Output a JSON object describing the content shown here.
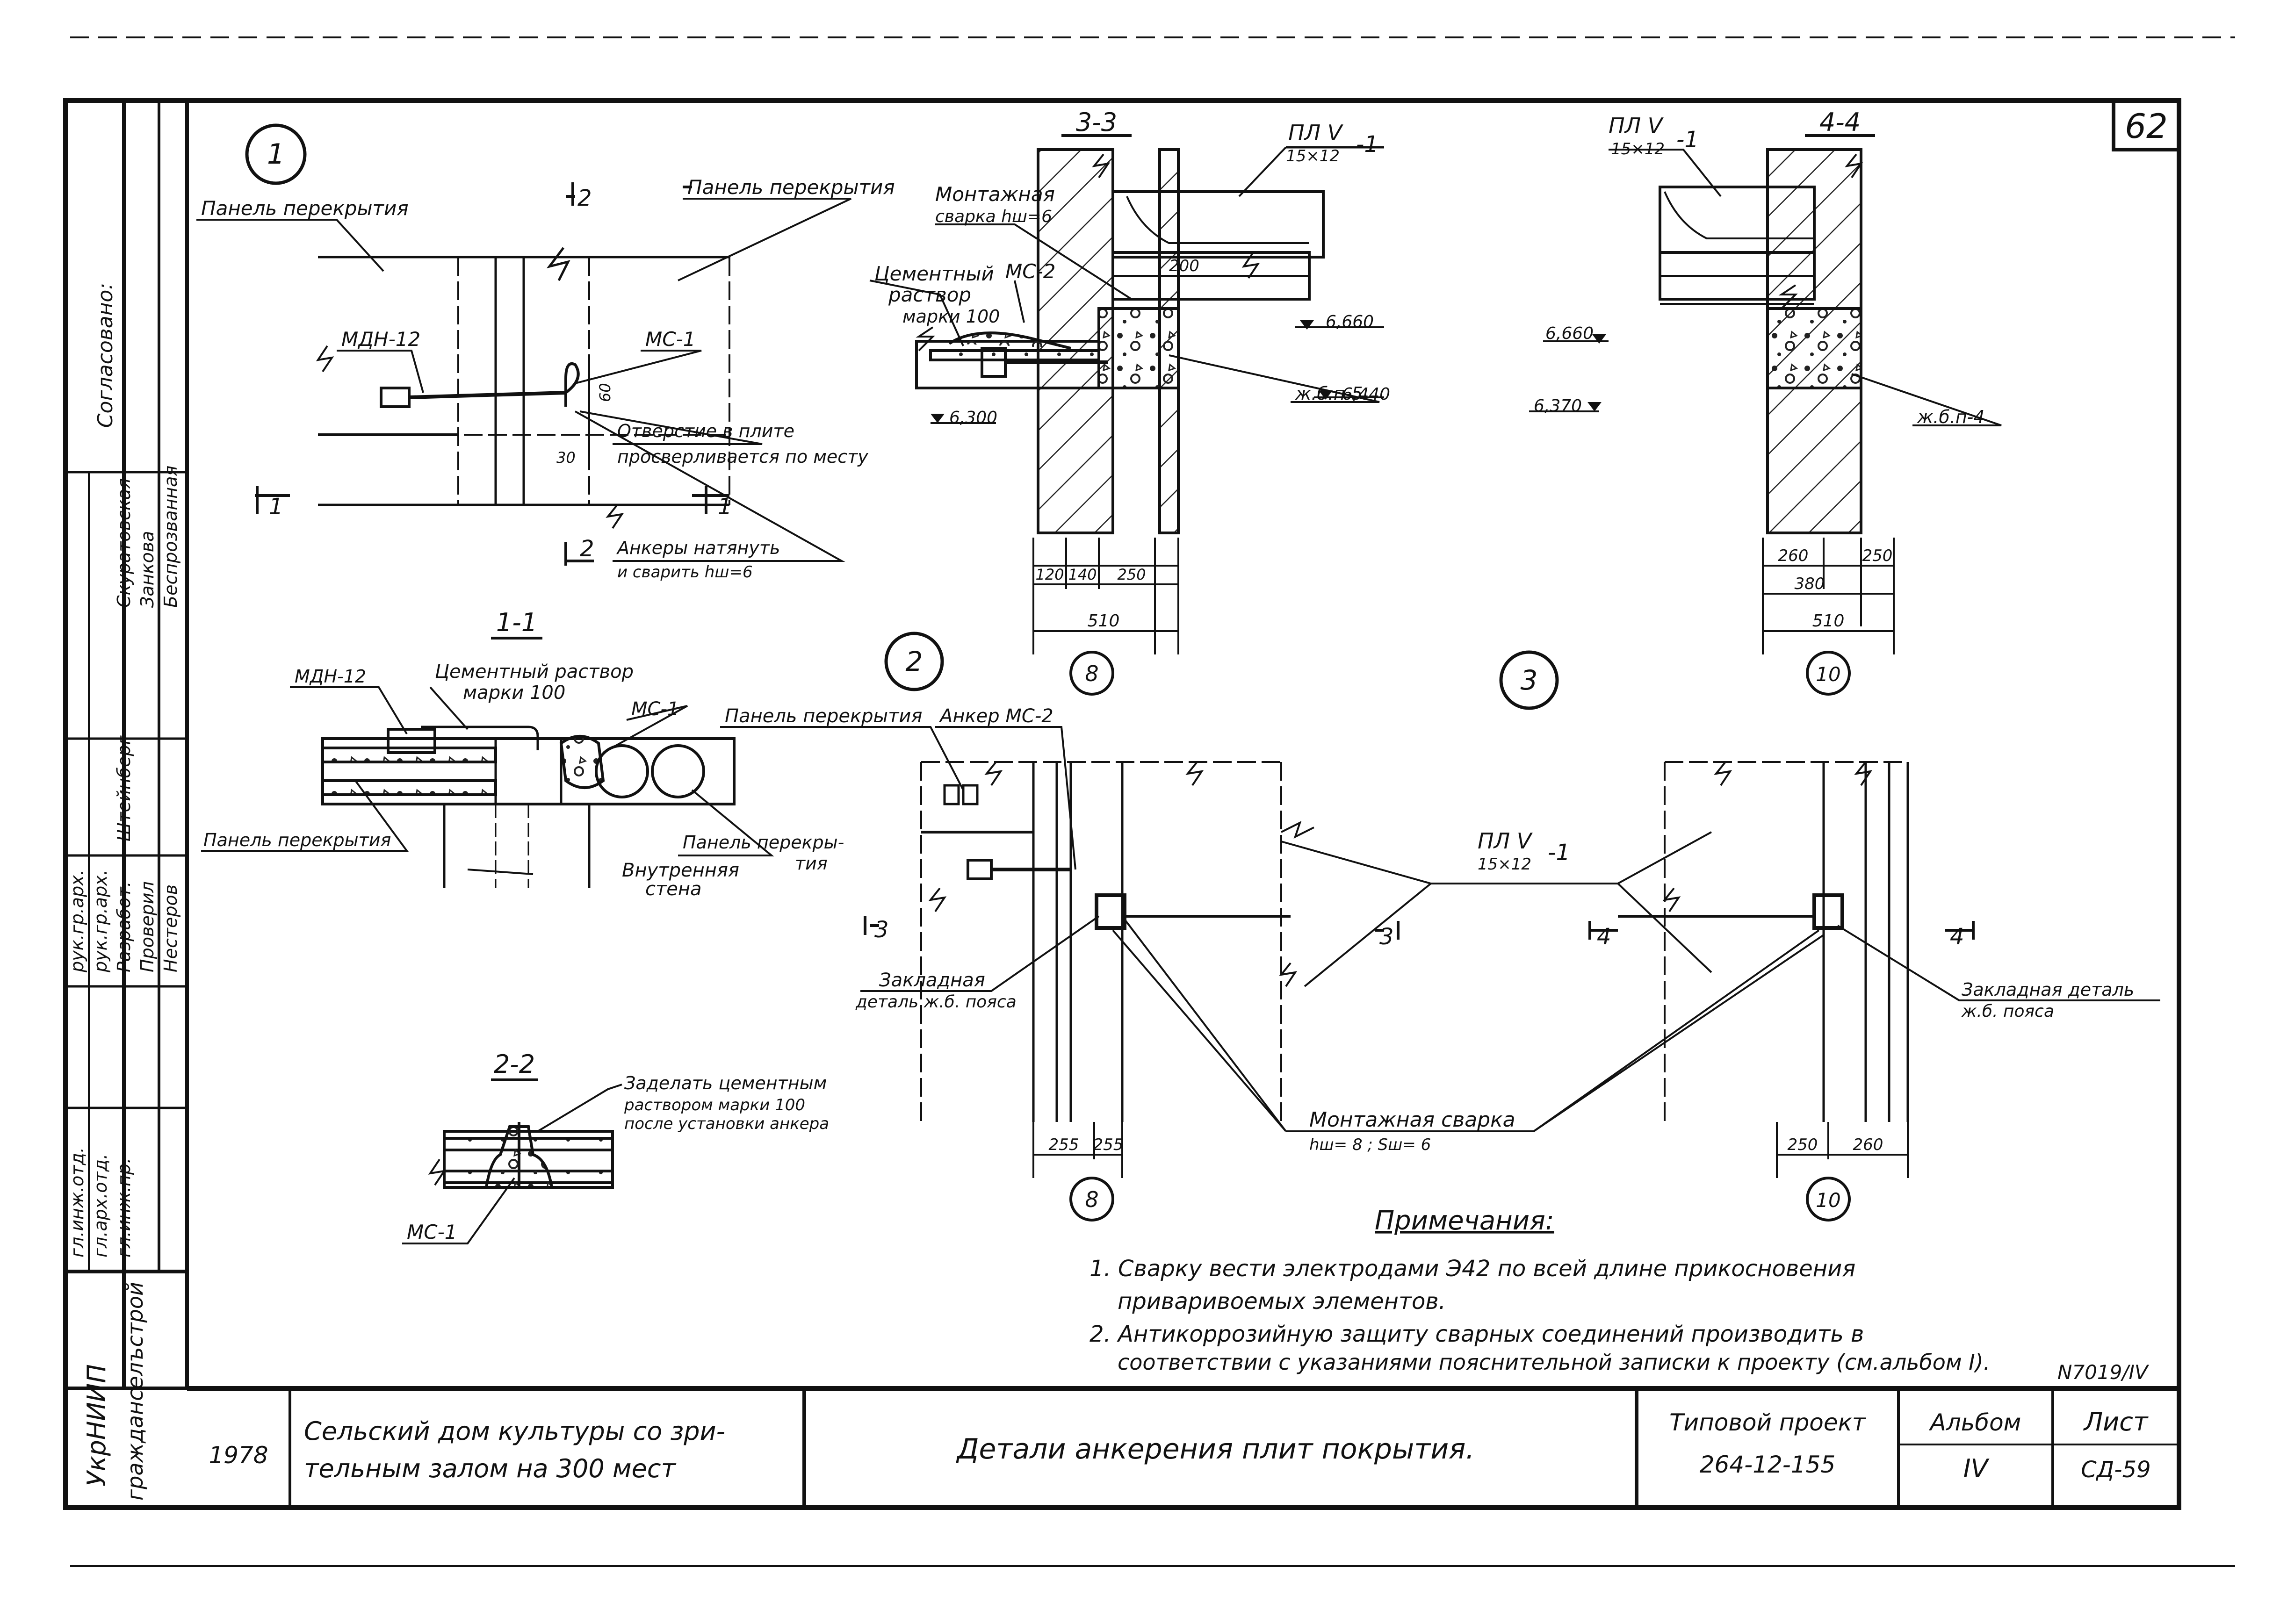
{
  "sheet": {
    "sheet_no": "62",
    "year": "1978",
    "object_title": [
      "Сельский дом культуры со зри-",
      "тельным залом на 300 мест"
    ],
    "drawing_title": "Детали анкерения плит покрытия.",
    "project_label": "Типовой проект",
    "project_no": "264-12-155",
    "album_label": "Альбом",
    "album_no": "IV",
    "list_label": "Лист",
    "list_no": "СД-59",
    "archive_no": "N7019/IV",
    "org": [
      "УкрНИИП",
      "гражданселъстрой"
    ]
  },
  "stamp": {
    "roles": [
      "гл.инж.отд.",
      "гл.арх.отд.",
      "гл.инж.пр.",
      "рук.гр.арх.",
      "рук.гр.арх.",
      "Разработ.",
      "Проверил"
    ],
    "names": [
      "Штейнберг",
      "Скуратовская",
      "Занкова",
      "Беспрозванная",
      "Нестеров"
    ],
    "top_label": "Согласовано:"
  },
  "markers": {
    "node1": "1",
    "node2": "2",
    "node3": "3",
    "axis8a": "8",
    "axis10a": "10",
    "axis8b": "8",
    "axis10b": "10"
  },
  "node1": {
    "label_panel_left": "Панель перекрытия",
    "label_panel_right": "Панель перекрытия",
    "mdn": "МДН-12",
    "mc1": "МС-1",
    "hole": [
      "Отверстие в плите",
      "просверливается по месту"
    ],
    "anchors": [
      "Анкеры натянуть",
      "и сварить hш=6"
    ],
    "dim_a": "60",
    "dim_b": "30",
    "cut1": "1",
    "cut2": "2"
  },
  "section11": {
    "title": "1-1",
    "mdn": "МДН-12",
    "mortar": [
      "Цементный раствор",
      "марки 100"
    ],
    "mc1": "МС-1",
    "panel_left": "Панель перекрытия",
    "panel_right": [
      "Панель перекры-",
      "тия"
    ],
    "wall": [
      "Внутренняя",
      "стена"
    ]
  },
  "section22": {
    "title": "2-2",
    "note": [
      "Заделать цементным",
      "раствором марки 100",
      "после установки анкера"
    ],
    "mc1": "МС-1"
  },
  "section33": {
    "title": "3-3",
    "pan": "ПЛ V",
    "pan_sub": "15×12",
    "pan_suffix": "-1",
    "weld": [
      "Монтажная",
      "сварка hш=6"
    ],
    "mortar": [
      "Цементный",
      "раствор",
      "марки 100"
    ],
    "mc2": "МС-2",
    "dim200": "200",
    "lvl1": "6,660",
    "lvl2": "6,440",
    "lvl3": "6,300",
    "belt": "ж.б.п-5",
    "dims": [
      "120",
      "140",
      "250"
    ],
    "total": "510"
  },
  "section44": {
    "title": "4-4",
    "pan": "ПЛ V",
    "pan_sub": "15×12",
    "pan_suffix": "-1",
    "lvl1": "6,660",
    "lvl2": "6,370",
    "belt": "ж.б.п-4",
    "dims": [
      "260",
      "250"
    ],
    "mid": "380",
    "total": "510"
  },
  "node2": {
    "panel": "Панель перекрытия",
    "anchor": "Анкер МС-2",
    "embed": [
      "Закладная",
      "деталь ж.б. пояса"
    ],
    "cut": "3",
    "dims": [
      "255",
      "255"
    ]
  },
  "node3": {
    "pan": "ПЛ V",
    "pan_sub": "15×12",
    "pan_suffix": "-1",
    "cut3": "3",
    "cut4": "4",
    "cut4b": "4",
    "embed": [
      "Закладная деталь",
      "ж.б. пояса"
    ],
    "weld": "Монтажная сварка",
    "weld_sub": "hш= 8 ; Sш= 6",
    "dims": [
      "250",
      "260"
    ]
  },
  "notes": {
    "title": "Примечания:",
    "items": [
      "1. Сварку вести электродами  Э42 по всей длине прикосновения",
      "приваривоемых элементов.",
      "2. Антикоррозийную защиту сварных соединений производить в",
      "соответствии с указаниями пояснительной записки к проекту (см.альбом I)."
    ]
  }
}
